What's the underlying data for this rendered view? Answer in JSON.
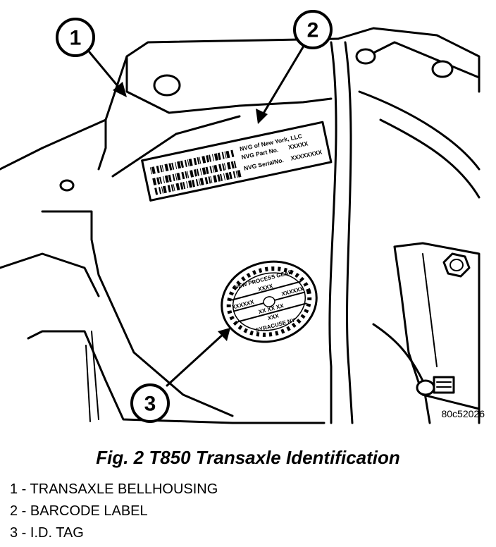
{
  "figure": {
    "code": "80c52026",
    "caption": "Fig. 2 T850 Transaxle Identification"
  },
  "callouts": [
    {
      "number": "1"
    },
    {
      "number": "2"
    },
    {
      "number": "3"
    }
  ],
  "legend": [
    {
      "text": "1 - TRANSAXLE BELLHOUSING"
    },
    {
      "text": "2 - BARCODE LABEL"
    },
    {
      "text": "3 - I.D. TAG"
    }
  ],
  "barcode_label": {
    "line1": "NVG of New York, LLC",
    "line2_label": "NVG Part No.",
    "line2_value": "XXXXX",
    "line3_label": "NVG SerialNo.",
    "line3_value": "XXXXXXXX"
  },
  "id_tag": {
    "top_arc": "NEW PROCESS GEAR",
    "row1": "XXXX",
    "row2_left": "XXXXXX",
    "row2_right": "XXXXXX",
    "row3": "XX XX XX",
    "row4": "XXX",
    "bottom_arc": "SYRACUSE NY"
  }
}
